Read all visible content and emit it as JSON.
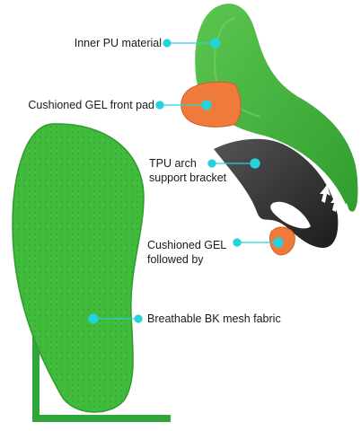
{
  "callouts": [
    {
      "id": "inner-pu",
      "text": "Inner PU material"
    },
    {
      "id": "gel-front",
      "text": "Cushioned GEL front pad"
    },
    {
      "id": "tpu-arch",
      "line1": "TPU arch",
      "line2": "support bracket"
    },
    {
      "id": "gel-rear",
      "line1": "Cushioned GEL",
      "line2": "followed by"
    },
    {
      "id": "mesh",
      "text": "Breathable BK mesh fabric"
    }
  ],
  "colors": {
    "insole_green": "#3fb83a",
    "insole_green_dark": "#2a8f2a",
    "gel_orange": "#f07a3c",
    "bracket_dark": "#2b2b2b",
    "accent_cyan": "#25d3dd",
    "frame_green": "#2fa63a"
  },
  "icons": [
    "arrow-up-icon"
  ]
}
